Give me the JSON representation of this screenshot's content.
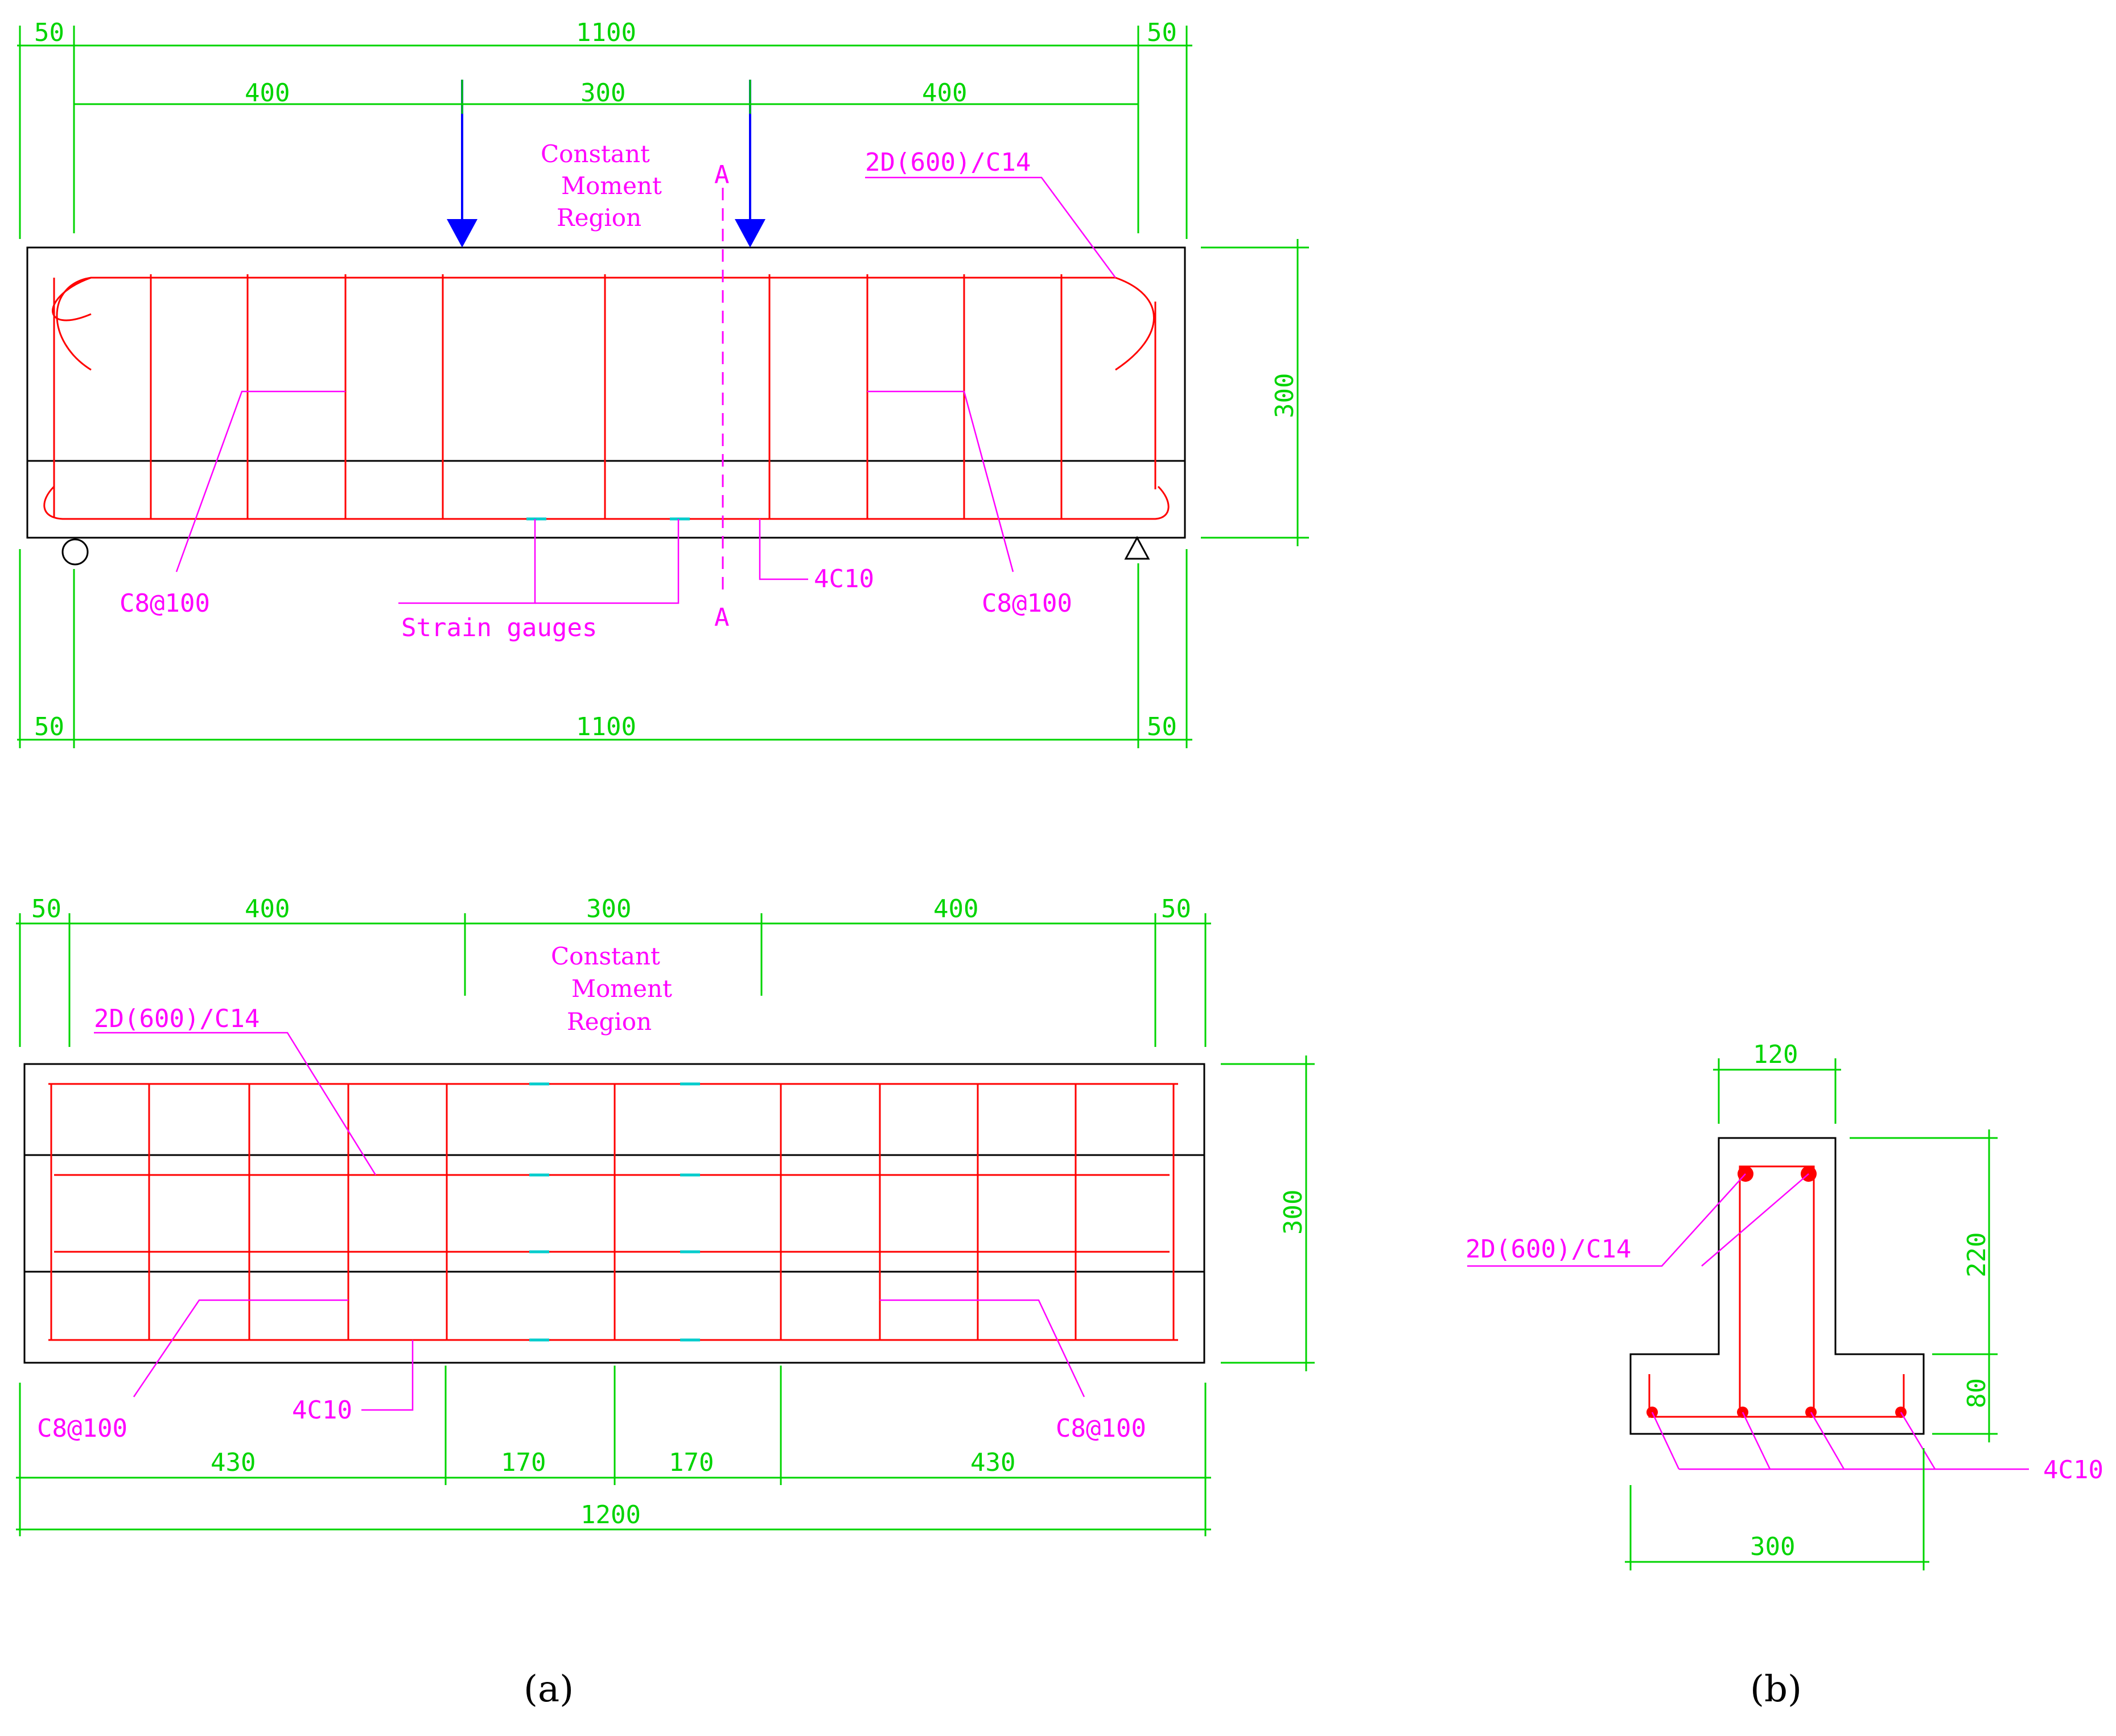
{
  "colors": {
    "concrete": "#000000",
    "rebar": "#ff0000",
    "dimension": "#00d400",
    "label": "#ff00ff",
    "load_arrow": "#0000ff",
    "gauge": "#00cccc"
  },
  "elevation": {
    "top_dims": {
      "left_end": "50",
      "span": "1100",
      "right_end": "50"
    },
    "load_dims": {
      "shear_left": "400",
      "const_moment": "300",
      "shear_right": "400"
    },
    "region_label": [
      "Constant",
      "Moment",
      "Region"
    ],
    "section_mark": "A",
    "top_bar_label": "2D(600)/C14",
    "stirrup_left_label": "C8@100",
    "stirrup_right_label": "C8@100",
    "bottom_bar_label": "4C10",
    "gauge_label": "Strain gauges",
    "height_dim": "300",
    "bottom_dims": {
      "left_end": "50",
      "span": "1100",
      "right_end": "50"
    },
    "icons": {
      "load": "down-arrow-icon",
      "left_support": "roller-support-icon",
      "right_support": "pin-support-icon"
    }
  },
  "plan": {
    "top_dims": {
      "left_end": "50",
      "shear_left": "400",
      "const_moment": "300",
      "shear_right": "400",
      "right_end": "50"
    },
    "region_label": [
      "Constant",
      "Moment",
      "Region"
    ],
    "top_bar_label": "2D(600)/C14",
    "stirrup_left_label": "C8@100",
    "stirrup_right_label": "C8@100",
    "bottom_bar_label": "4C10",
    "height_dim": "300",
    "gauge_dims": [
      "430",
      "170",
      "170",
      "430"
    ],
    "total_dim": "1200"
  },
  "section": {
    "web_width": "120",
    "web_height": "220",
    "flange_height": "80",
    "total_width": "300",
    "top_bar_label": "2D(600)/C14",
    "bottom_bar_label": "4C10"
  },
  "captions": {
    "a": "(a)",
    "b": "(b)"
  }
}
